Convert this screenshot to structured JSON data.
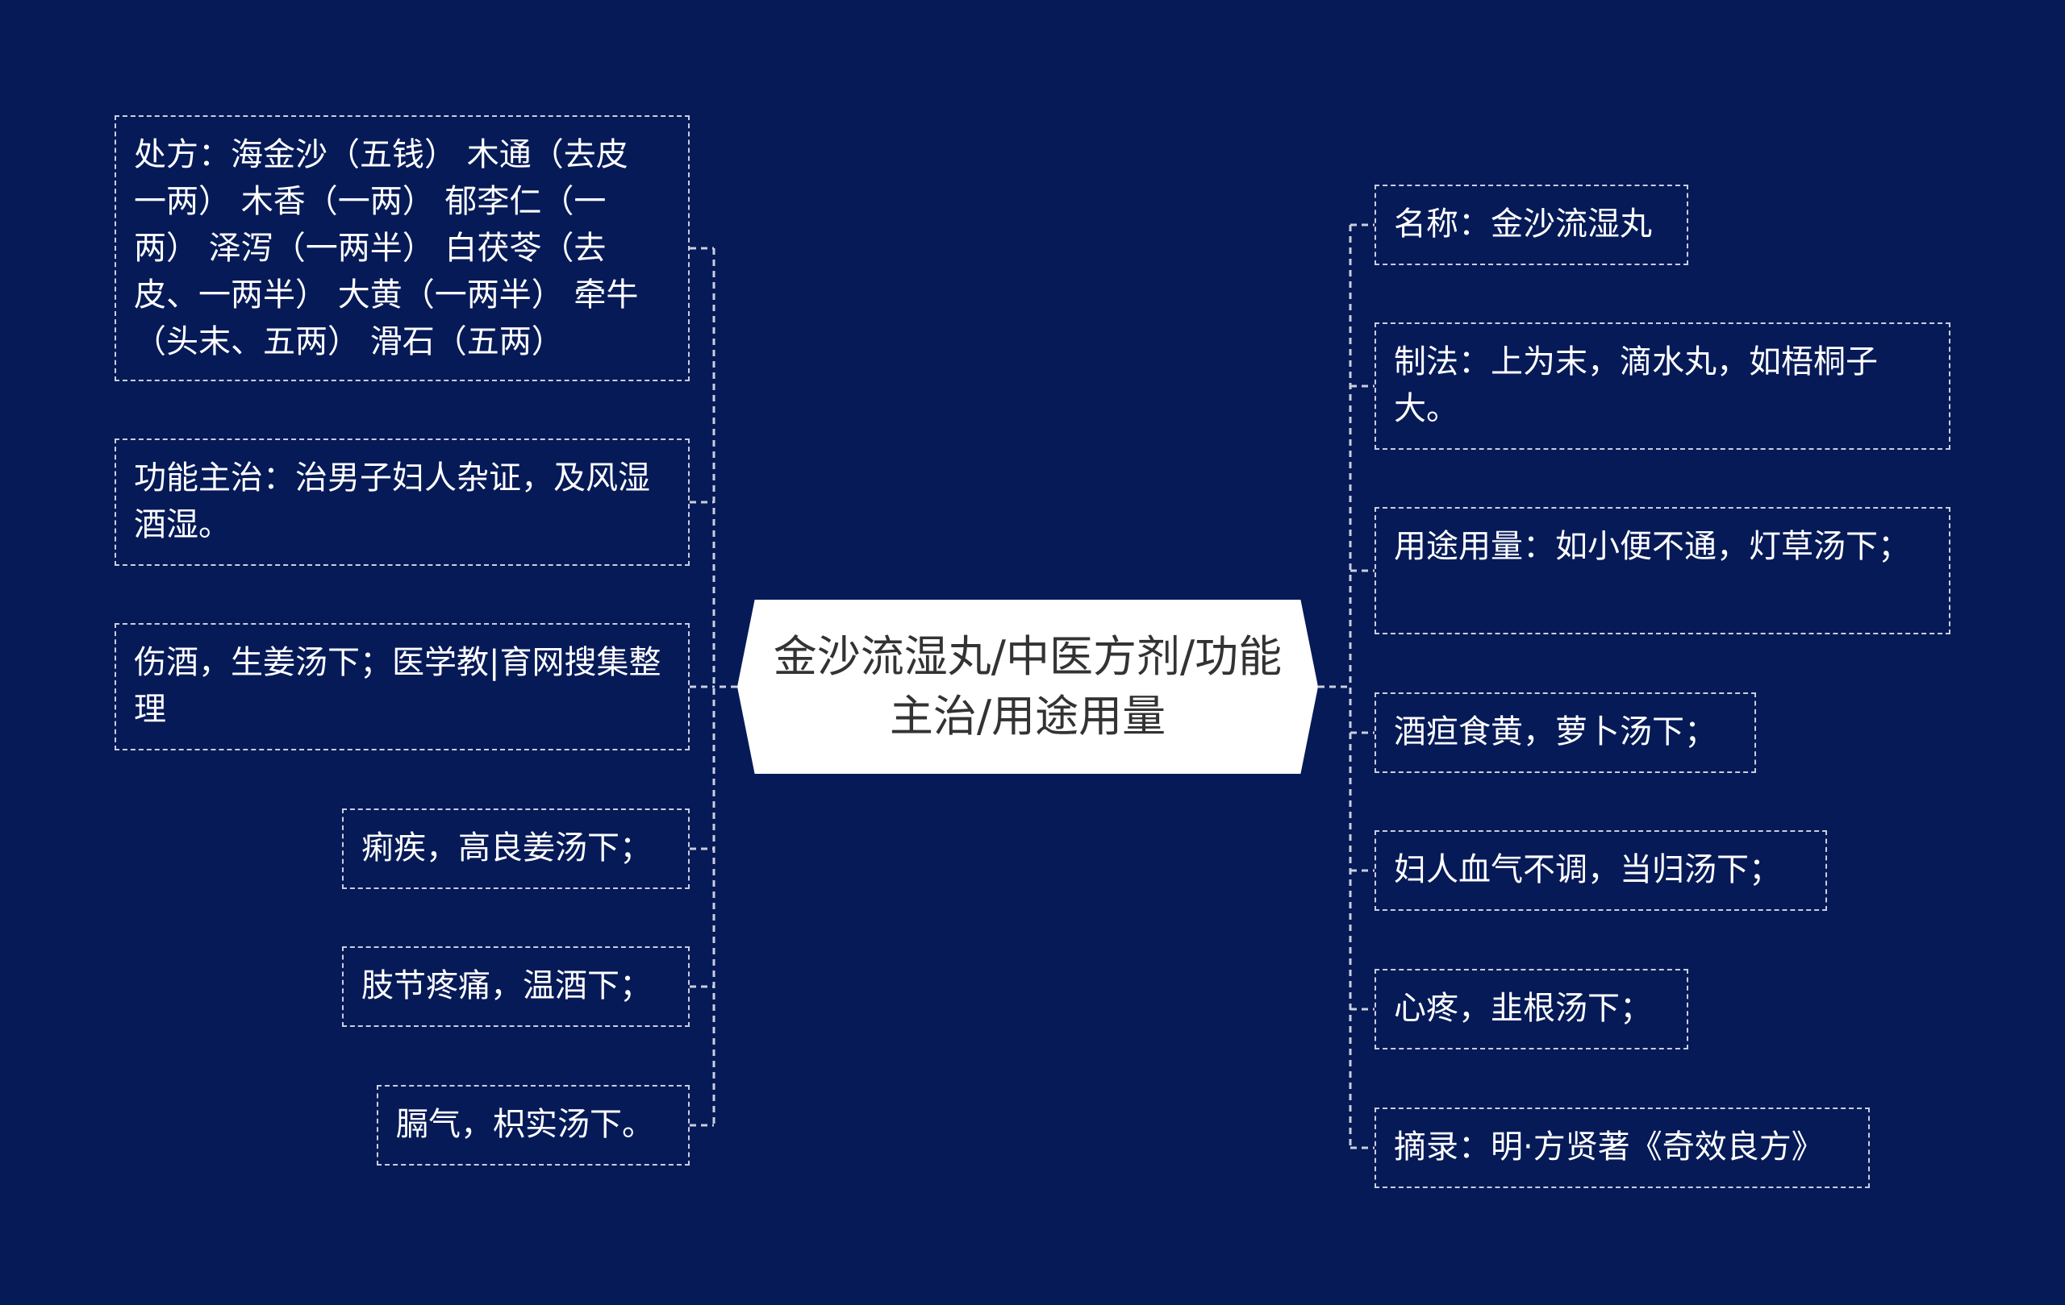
{
  "center": {
    "title": "金沙流湿丸/中医方剂/功能主治/用途用量"
  },
  "left_nodes": [
    {
      "text": "处方：海金沙（五钱） 木通（去皮 一两） 木香（一两） 郁李仁（一两） 泽泻（一两半） 白茯苓（去皮、一两半） 大黄（一两半） 牵牛（头末、五两） 滑石（五两）"
    },
    {
      "text": "功能主治：治男子妇人杂证，及风湿酒湿。"
    },
    {
      "text": "伤酒，生姜汤下；医学教|育网搜集整理"
    },
    {
      "text": "痢疾，高良姜汤下；"
    },
    {
      "text": "肢节疼痛，温酒下；"
    },
    {
      "text": "膈气，枳实汤下。"
    }
  ],
  "right_nodes": [
    {
      "text": "名称：金沙流湿丸"
    },
    {
      "text": "制法：上为末，滴水丸，如梧桐子大。"
    },
    {
      "text": "用途用量：如小便不通，灯草汤下；"
    },
    {
      "text": "酒疸食黄，萝卜汤下；"
    },
    {
      "text": "妇人血气不调，当归汤下；"
    },
    {
      "text": "心疼，韭根汤下；"
    },
    {
      "text": "摘录：明·方贤著《奇效良方》"
    }
  ],
  "colors": {
    "background": "#061a57",
    "border": "#c9cfdf",
    "text": "#ffffff",
    "center_text": "#333333"
  }
}
